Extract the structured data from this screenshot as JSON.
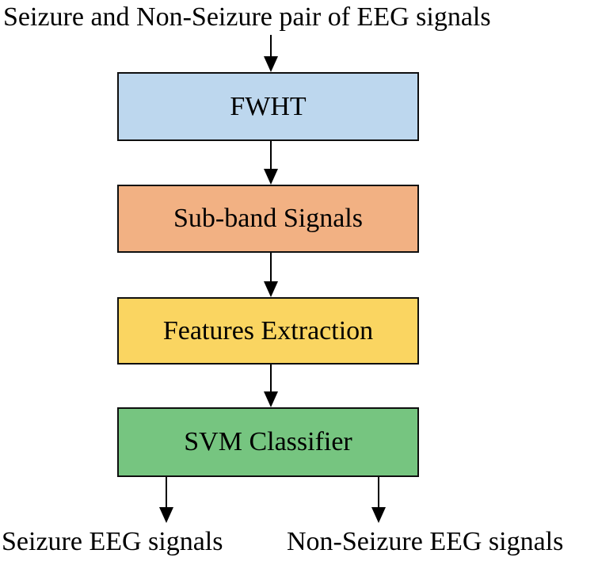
{
  "diagram": {
    "input_label": "Seizure and Non-Seizure pair of EEG signals",
    "boxes": [
      {
        "label": "FWHT",
        "fill": "#BDD7EE"
      },
      {
        "label": "Sub-band Signals",
        "fill": "#F2B183"
      },
      {
        "label": "Features Extraction",
        "fill": "#FAD561"
      },
      {
        "label": "SVM Classifier",
        "fill": "#76C580"
      }
    ],
    "outputs": [
      {
        "label": "Seizure EEG signals"
      },
      {
        "label": "Non-Seizure EEG signals"
      }
    ],
    "colors": {
      "border": "#0f0f0f",
      "arrow": "#000000",
      "text": "#000000",
      "background": "#ffffff"
    }
  }
}
